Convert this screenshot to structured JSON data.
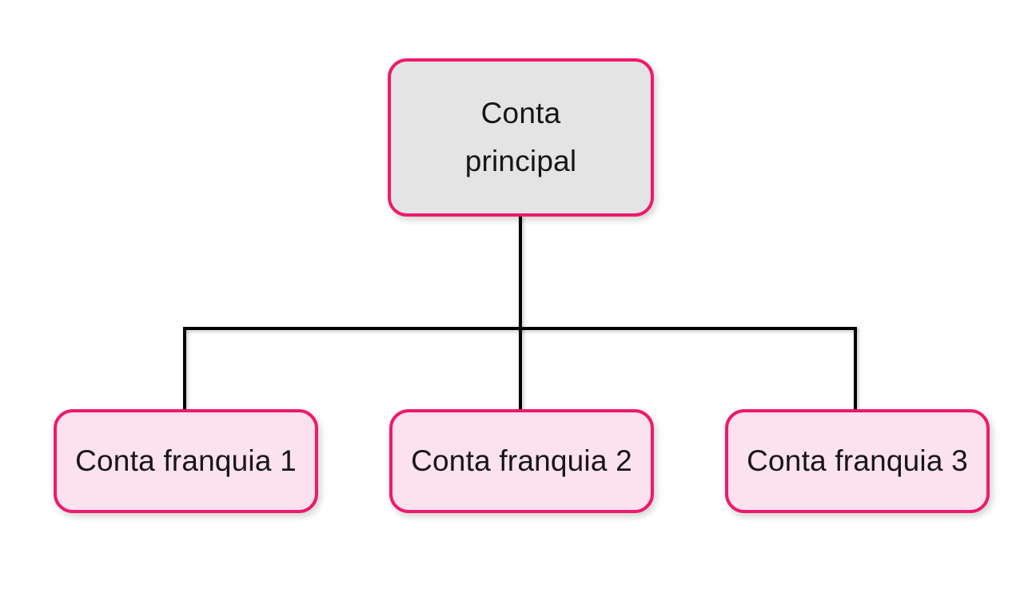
{
  "diagram": {
    "type": "org-chart",
    "root": {
      "label": "Conta principal"
    },
    "children": [
      {
        "label": "Conta franquia 1"
      },
      {
        "label": "Conta franquia 2"
      },
      {
        "label": "Conta franquia 3"
      }
    ],
    "edges": [
      {
        "from": "Conta principal",
        "to": "Conta franquia 1"
      },
      {
        "from": "Conta principal",
        "to": "Conta franquia 2"
      },
      {
        "from": "Conta principal",
        "to": "Conta franquia 3"
      }
    ],
    "colors": {
      "accent": "#ee1a6b",
      "root_fill": "#e4e4e4",
      "child_fill": "#fce1ee",
      "line": "#000000",
      "text": "#161616",
      "background": "#ffffff"
    }
  }
}
